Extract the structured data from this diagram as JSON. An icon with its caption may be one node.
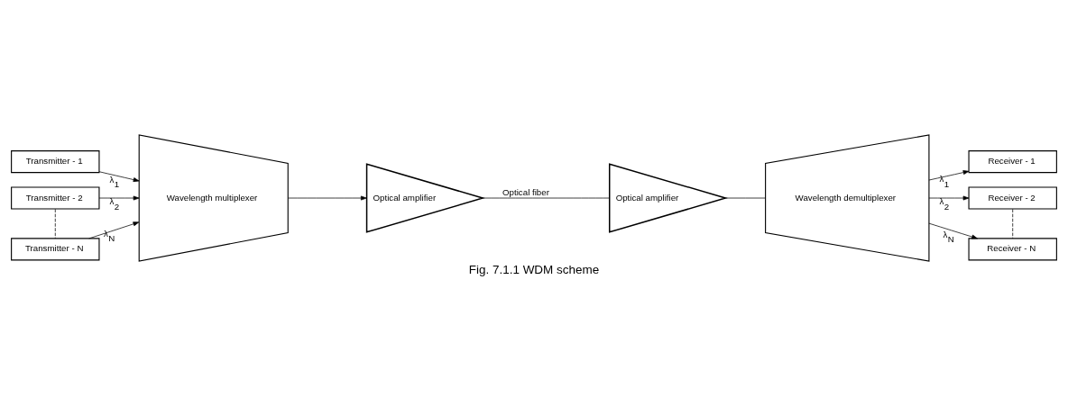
{
  "diagram": {
    "caption": "Fig. 7.1.1 WDM scheme",
    "nodes": [
      {
        "text": [
          "Transmitter - 1"
        ]
      },
      {
        "text": [
          "Transmitter - 2"
        ]
      },
      {
        "text": [
          "Transmitter - N"
        ]
      },
      {
        "text": [
          "Wavelength multiplexer"
        ]
      },
      {
        "text": [
          "Optical amplifier"
        ]
      },
      {
        "text": [
          "Optical amplifier"
        ]
      },
      {
        "text": [
          "Wavelength demultiplexer"
        ]
      },
      {
        "text": [
          "Receiver - 1"
        ]
      },
      {
        "text": [
          "Receiver - 2"
        ]
      },
      {
        "text": [
          "Receiver - N"
        ]
      }
    ],
    "edges": [
      {
        "from": 0,
        "to": 3,
        "arrow": "to",
        "label": "λ$_{1}$"
      },
      {
        "from": 1,
        "to": 3,
        "arrow": "to",
        "label": "λ$_{2}$"
      },
      {
        "from": 2,
        "to": 3,
        "arrow": "to",
        "label": "λ$_{N}$"
      },
      {
        "from": 1,
        "to": 2,
        "arrow": "none",
        "style": "dashed"
      },
      {
        "from": 3,
        "to": 4,
        "arrow": "to"
      },
      {
        "from": 4,
        "to": 5,
        "arrow": "none",
        "label": "Optical fiber"
      },
      {
        "from": 5,
        "to": 6,
        "arrow": "none"
      },
      {
        "from": 6,
        "to": 7,
        "arrow": "to",
        "label": "λ$_{1}$"
      },
      {
        "from": 6,
        "to": 8,
        "arrow": "to",
        "label": "λ$_{2}$"
      },
      {
        "from": 6,
        "to": 9,
        "arrow": "to",
        "label": "λ$_{N}$"
      },
      {
        "from": 8,
        "to": 9,
        "arrow": "none",
        "style": "dashed"
      }
    ]
  }
}
